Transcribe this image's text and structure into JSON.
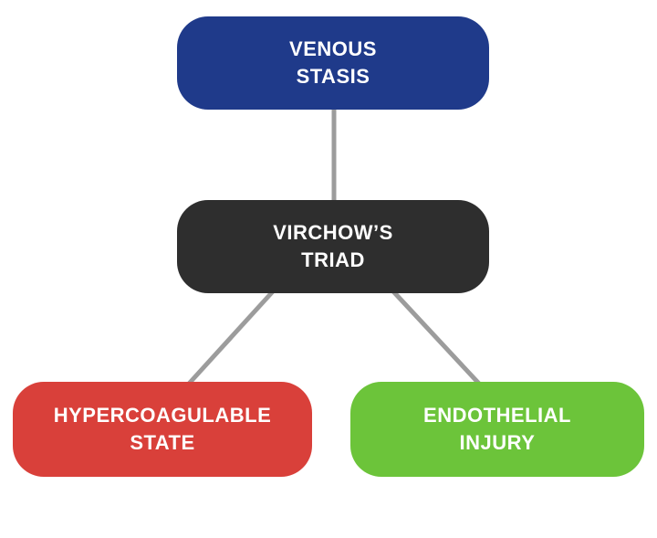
{
  "diagram": {
    "nodes": {
      "venous_stasis": {
        "label": "VENOUS\nSTASIS",
        "color": "#1f3a8a"
      },
      "virchows_triad": {
        "label": "VIRCHOW’S\nTRIAD",
        "color": "#2e2e2e"
      },
      "hypercoagulable_state": {
        "label": "HYPERCOAGULABLE\nSTATE",
        "color": "#d9403a"
      },
      "endothelial_injury": {
        "label": "ENDOTHELIAL\nINJURY",
        "color": "#6cc43a"
      }
    },
    "connector_color": "#9c9c9c"
  }
}
